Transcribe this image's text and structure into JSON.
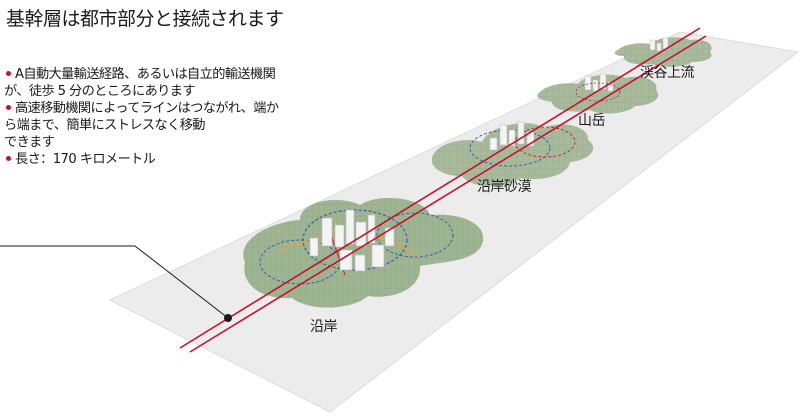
{
  "title": "基幹層は都市部分と接続されます",
  "bullets": [
    {
      "lines": [
        "A自動大量輸送経路、あるいは自立的輸送機関",
        "が、徒歩 5 分のところにあります"
      ]
    },
    {
      "lines": [
        "高速移動機関によってラインはつながれ、端か",
        "ら端まで、簡単にストレスなく移動",
        "できます"
      ]
    },
    {
      "lines": [
        "長さ：170 キロメートル"
      ]
    }
  ],
  "zones": [
    {
      "label": "沿岸"
    },
    {
      "label": "沿岸砂漠"
    },
    {
      "label": "山岳"
    },
    {
      "label": "渓谷上流"
    }
  ],
  "colors": {
    "accent": "#c8102e",
    "platform": "#ececec",
    "green": "#8fa884",
    "text": "#1a1a1a"
  }
}
